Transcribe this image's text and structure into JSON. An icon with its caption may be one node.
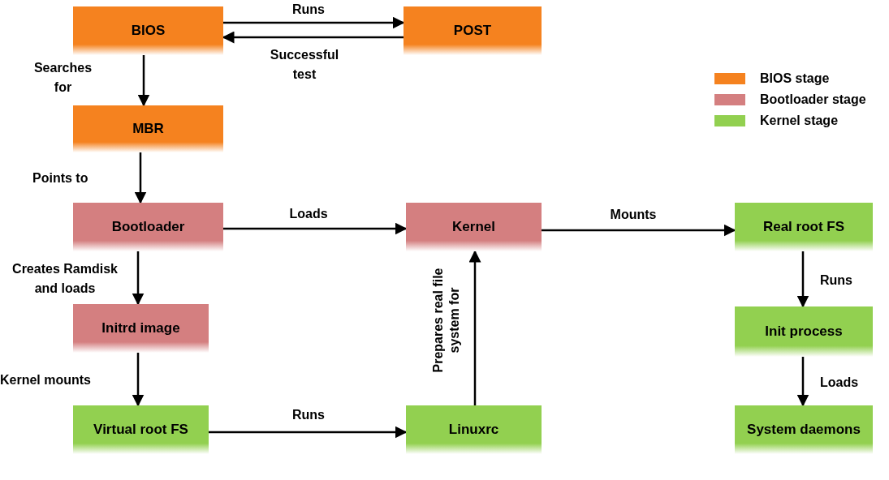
{
  "diagram": {
    "nodes": [
      {
        "text": [
          "BIOS"
        ]
      },
      {
        "text": [
          "POST"
        ]
      },
      {
        "text": [
          "MBR"
        ]
      },
      {
        "text": [
          "Bootloader"
        ]
      },
      {
        "text": [
          "Kernel"
        ]
      },
      {
        "text": [
          "Real root FS"
        ]
      },
      {
        "text": [
          "Initrd image"
        ]
      },
      {
        "text": [
          "Init process"
        ]
      },
      {
        "text": [
          "Virtual root FS"
        ]
      },
      {
        "text": [
          "Linuxrc"
        ]
      },
      {
        "text": [
          "System daemons"
        ]
      }
    ],
    "edges": [
      {
        "from": 0,
        "to": 1,
        "arrow": "to",
        "label": "Runs"
      },
      {
        "from": 1,
        "to": 0,
        "arrow": "to",
        "label": "Successful test"
      },
      {
        "from": 0,
        "to": 2,
        "arrow": "to",
        "label": "Searches for"
      },
      {
        "from": 2,
        "to": 3,
        "arrow": "to",
        "label": "Points to"
      },
      {
        "from": 3,
        "to": 4,
        "arrow": "to",
        "label": "Loads"
      },
      {
        "from": 4,
        "to": 5,
        "arrow": "to",
        "label": "Mounts"
      },
      {
        "from": 3,
        "to": 6,
        "arrow": "to",
        "label": "Creates Ramdisk and loads"
      },
      {
        "from": 5,
        "to": 7,
        "arrow": "to",
        "label": "Runs"
      },
      {
        "from": 6,
        "to": 8,
        "arrow": "to",
        "label": "Kernel mounts"
      },
      {
        "from": 7,
        "to": 10,
        "arrow": "to",
        "label": "Loads"
      },
      {
        "from": 8,
        "to": 9,
        "arrow": "to",
        "label": "Runs"
      },
      {
        "from": 9,
        "to": 4,
        "arrow": "to",
        "label": "Prepares real file system for"
      }
    ],
    "legend": [
      {
        "text": "BIOS stage",
        "color": "#f5821f"
      },
      {
        "text": "Bootloader stage",
        "color": "#d47f80"
      },
      {
        "text": "Kernel stage",
        "color": "#92d050"
      }
    ]
  }
}
